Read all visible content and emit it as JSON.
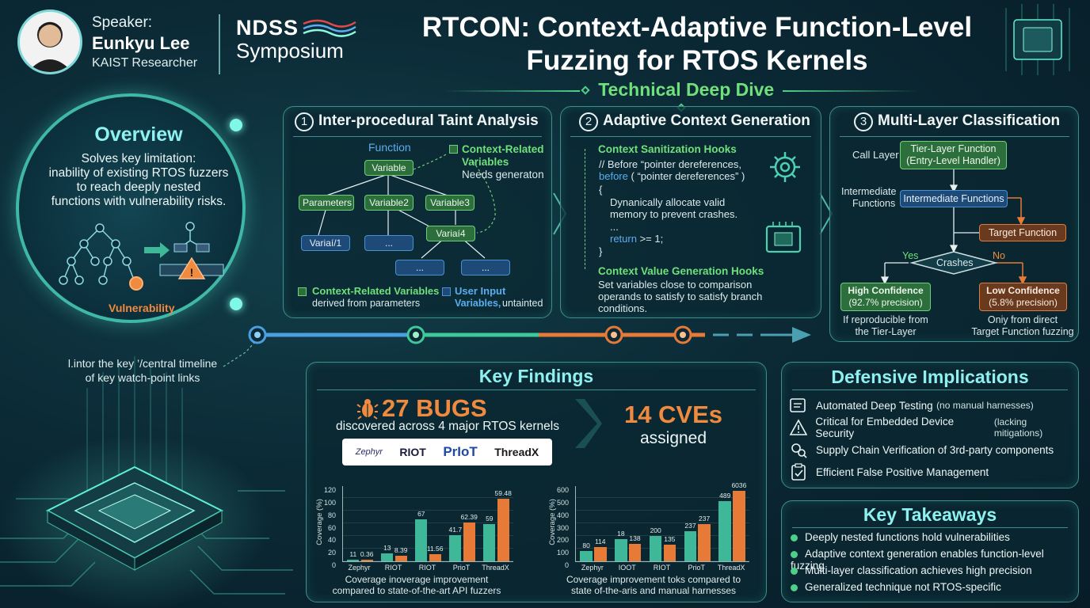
{
  "speaker": {
    "label": "Speaker:",
    "name": "Eunkyu Lee",
    "role": "KAIST Researcher"
  },
  "brand": {
    "line1": "NDSS",
    "line2": "Symposium"
  },
  "title": {
    "line1": "RTCON: Context-Adaptive Function-Level",
    "line2": "Fuzzing for RTOS Kernels"
  },
  "section": "Technical Deep Dive",
  "overview": {
    "title": "Overview",
    "lines": [
      "Solves key limitation:",
      "inability of existing RTOS fuzzers",
      "to reach deeply nested",
      "functions with vulnerability risks."
    ],
    "vuln_label": "Vulnerability"
  },
  "timeline_caption": {
    "line1": "l.intor the key ’/central timeline",
    "line2": "of key watch-point links"
  },
  "taint": {
    "num": "1",
    "title": "Inter-procedural Taint Analysis",
    "function_label": "Function",
    "variable": "Variable",
    "parameters": "Parameters",
    "variable2": "Variable2",
    "variable3": "Variable3",
    "variable4": "Variaí4",
    "variable1": "Variaí/1",
    "dots1": "...",
    "dots2": "...",
    "dots3": "...",
    "ctx_title1": "Context-Related",
    "ctx_title2": "Variables",
    "ctx_sub": "Needs generaton",
    "legend1_title": "Context-Related Variables",
    "legend1_sub": "derived from parameters",
    "legend2_title": "User Input",
    "legend2_title2": "Variables,",
    "legend2_sub": "untainted"
  },
  "context": {
    "num": "2",
    "title": "Adaptive Context Generation",
    "hooks1_title": "Context Sanitization Hooks",
    "code_line1": "// Before “pointer dereferences,",
    "code_line2a": "before",
    "code_line2b": "( “pointer dereferences” )",
    "code_line3": "{",
    "code_line4": "Dynanically allocate valid",
    "code_line5": "memory to prevent crashes.",
    "code_line6": "...",
    "code_line7a": "return",
    ">": "",
    "code_line7b": ">= 1;",
    "code_line8": "}",
    "hooks2_title": "Context Value Generation Hooks",
    "hooks2_line1": "Set variables close to comparison",
    "hooks2_line2": "operands to satisfy to satisfy branch",
    "hooks2_line3": "conditions."
  },
  "classify": {
    "num": "3",
    "title": "Multi-Layer Classification",
    "call_layer": "Call Layer",
    "tier1": "Tier-Layer Function",
    "tier2": "(Entry-Level Handler)",
    "intermediate1": "Intermediate",
    "intermediate2": "Functions",
    "intermediate_box": "Intermediate Functions",
    "target": "Target Function",
    "crashes": "Crashes",
    "yes": "Yes",
    "no": "No",
    "high_title": "High Confidence",
    "high_sub": "(92.7% precision)",
    "low_title": "Low Confidence",
    "low_sub": "(5.8% precision)",
    "high_note1": "If reproducible from",
    "high_note2": "the Tier-Layer",
    "low_note1": "Oniy from direct",
    "low_note2": "Target Function fuzzing"
  },
  "findings": {
    "title": "Key Findings",
    "bugs": "27 BUGS",
    "bugs_sub": "discovered across 4 major RTOS kernels",
    "cves": "14 CVEs",
    "cves_sub": "assigned",
    "logos": [
      "Zephyr",
      "RIOT",
      "PrIoT",
      "ThreadX"
    ]
  },
  "defensive": {
    "title": "Defensive Implications",
    "items": [
      {
        "main": "Automated Deep Testing",
        "sub": "(no manual harnesses)"
      },
      {
        "main": "Critical for Embedded Device Security",
        "sub": "(lacking mitigations)"
      },
      {
        "main": "Supply Chain Verification of 3rd-party components",
        "sub": ""
      },
      {
        "main": "Efficient False Positive Management",
        "sub": ""
      }
    ]
  },
  "takeaways": {
    "title": "Key Takeaways",
    "items": [
      "Deeply nested functions hold vulnerabilities",
      "Adaptive context generation enables function-level fuzzing",
      "Multi-layer classification achieves high precision",
      "Generalized technique not RTOS-specific"
    ]
  },
  "chart_data": [
    {
      "type": "bar",
      "ylabel": "Coverage (%)",
      "ylim": [
        0,
        120
      ],
      "yticks": [
        "120",
        "100",
        "80",
        "60",
        "40",
        "20",
        "0"
      ],
      "categories": [
        "Zephyr",
        "RIOT",
        "RIOT",
        "PrioT",
        "ThreadX"
      ],
      "series": [
        {
          "values": [
            1,
            13,
            67,
            41.7,
            59
          ],
          "labels": [
            "11",
            "13",
            "67",
            "41.7",
            "59"
          ],
          "color": "#3fb89a"
        },
        {
          "values": [
            3,
            8.4,
            11.6,
            62.4,
            99.5
          ],
          "labels": [
            "0.36",
            "8.39",
            "11.56",
            "62.39",
            "59.48"
          ],
          "color": "#e87a38"
        }
      ],
      "caption1": "Coverage in​overage improvement",
      "caption2": "compared to state-of-the-art API fuzzers"
    },
    {
      "type": "bar",
      "ylabel": "Coverage (%)",
      "ylim": [
        0,
        600
      ],
      "yticks": [
        "600",
        "500",
        "400",
        "300",
        "200",
        "100",
        "0"
      ],
      "categories": [
        "Zephyr",
        "IOOT",
        "RIOT",
        "PrioT",
        "ThreadX"
      ],
      "series": [
        {
          "values": [
            80,
            180,
            200,
            237,
            480
          ],
          "labels": [
            "80",
            "18",
            "200",
            "237",
            "489"
          ],
          "color": "#3fb89a"
        },
        {
          "values": [
            114,
            138,
            135,
            300,
            560
          ],
          "labels": [
            "114",
            "138",
            "135",
            "237",
            "6036"
          ],
          "color": "#e87a38"
        }
      ],
      "caption1": "Coverage improvement toks compared to",
      "caption2": "state of-the-aris and manual harnesses"
    }
  ],
  "colors": {
    "accent": "#3fd0b0",
    "orange": "#f08a3e",
    "green": "#6fe07a",
    "blue": "#5aaef0"
  }
}
